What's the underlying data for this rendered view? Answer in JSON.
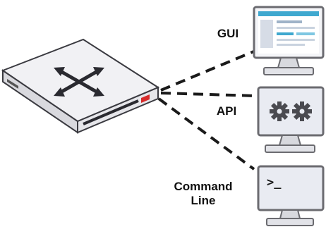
{
  "labels": {
    "gui": "GUI",
    "api": "API",
    "command_line": "Command\nLine",
    "prompt": ">_"
  },
  "icons": {
    "router": "router-arrows-icon",
    "gui_monitor": "gui-monitor-icon",
    "api_monitor": "gears-icon",
    "cli_monitor": "terminal-prompt-icon"
  },
  "colors": {
    "device_body": "#f1f1f4",
    "device_edge": "#3a3a40",
    "accent": "#d72b2b",
    "monitor_frame": "#6b6b70",
    "screen_fill": "#e9ebf2",
    "gui_window": "#3fa8cf",
    "connector": "#1a1a1a"
  }
}
